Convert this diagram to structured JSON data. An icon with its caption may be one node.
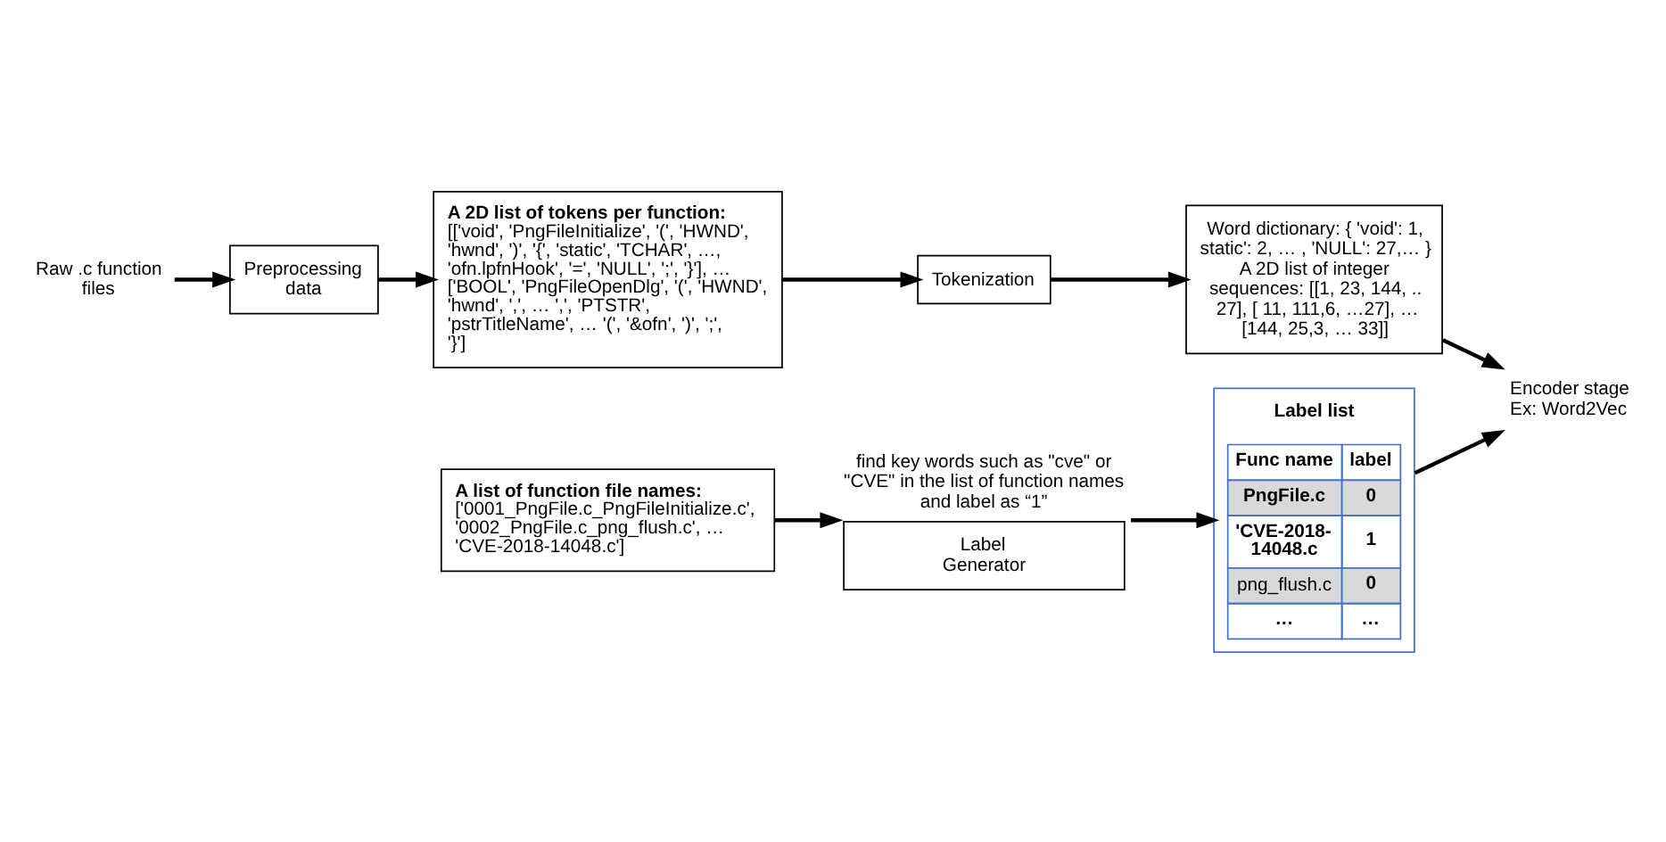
{
  "diagram": {
    "nodes": [
      {
        "text": [
          "Raw .c function files"
        ]
      },
      {
        "text": [
          "Preprocessing data"
        ]
      },
      {
        "text": [
          "A 2D list of tokens per function:",
          "[['void', 'PngFileInitialize', '(', 'HWND', 'hwnd', ')', '{', 'static', 'TCHAR', …, 'ofn.lpfnHook', '=', 'NULL', ';', '}'], … ['BOOL', 'PngFileOpenDlg', '(', 'HWND', 'hwnd', ',', … ',', 'PTSTR', 'pstrTitleName', … '(', '&ofn', ')', ';', '}']"
        ]
      },
      {
        "text": [
          "A list of function file names:",
          "['0001_PngFile.c_PngFileInitialize.c', '0002_PngFile.c_png_flush.c', … 'CVE-2018-14048.c']"
        ]
      },
      {
        "text": [
          "Tokenization"
        ]
      },
      {
        "text": [
          "Word dictionary: { 'void': 1, static': 2, … , 'NULL': 27,… }",
          "A 2D list of integer sequences: [[1, 23, 144, .. 27], [ 11, 111,6, …27], … [144, 25,3, … 33]]"
        ]
      },
      {
        "text": [
          "Label Generator"
        ],
        "beside": [
          "find key words such as \"cve\" or \"CVE\" in the list of function names and label as “1”"
        ]
      },
      {
        "text": [
          "Label list"
        ]
      },
      {
        "text": [
          "Encoder stage",
          "Ex: Word2Vec"
        ]
      }
    ],
    "edges": [
      {
        "from": 0,
        "to": 1,
        "arrow": "to"
      },
      {
        "from": 1,
        "to": 2,
        "arrow": "to"
      },
      {
        "from": 2,
        "to": 4,
        "arrow": "to"
      },
      {
        "from": 4,
        "to": 5,
        "arrow": "to"
      },
      {
        "from": 3,
        "to": 6,
        "arrow": "to"
      },
      {
        "from": 6,
        "to": 7,
        "arrow": "to"
      },
      {
        "from": 5,
        "to": 8,
        "arrow": "to"
      },
      {
        "from": 7,
        "to": 8,
        "arrow": "to"
      }
    ],
    "labels": [
      "Func name",
      "label",
      "PngFile.c",
      "0",
      "'CVE-2018- 14048.c",
      "1",
      "png_flush.c",
      "0",
      "…",
      "…"
    ]
  }
}
